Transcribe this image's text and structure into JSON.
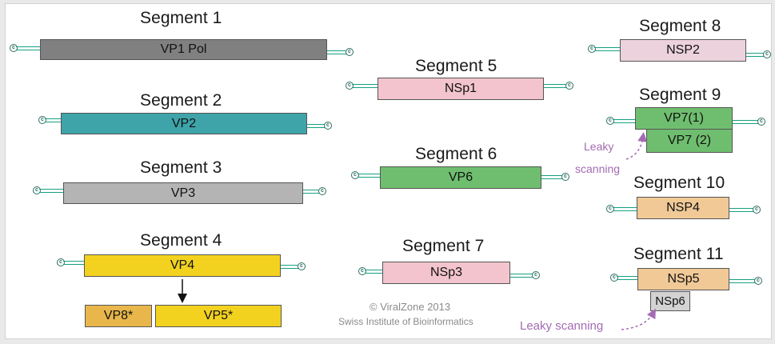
{
  "segments": [
    {
      "title": "Segment 1",
      "label": "VP1 Pol"
    },
    {
      "title": "Segment 2",
      "label": "VP2"
    },
    {
      "title": "Segment 3",
      "label": "VP3"
    },
    {
      "title": "Segment 4",
      "label": "VP4",
      "products": [
        "VP8*",
        "VP5*"
      ]
    },
    {
      "title": "Segment 5",
      "label": "NSp1"
    },
    {
      "title": "Segment 6",
      "label": "VP6"
    },
    {
      "title": "Segment 7",
      "label": "NSp3"
    },
    {
      "title": "Segment 8",
      "label": "NSP2"
    },
    {
      "title": "Segment 9",
      "label": "VP7(1)",
      "label2": "VP7 (2)"
    },
    {
      "title": "Segment 10",
      "label": "NSP4"
    },
    {
      "title": "Segment 11",
      "label": "NSp5",
      "label2": "NSp6"
    }
  ],
  "annotations": {
    "leaky_1": "Leaky",
    "leaky_2": "scanning",
    "leaky_scanning": "Leaky scanning"
  },
  "credit": {
    "line1": "© ViralZone 2013",
    "line2": "Swiss Institute of Bioinformatics"
  },
  "cap_glyph": "c",
  "colors": {
    "seg1": "#808080",
    "seg2": "#3fa3aa",
    "seg3": "#b4b4b4",
    "seg4": "#f3d21f",
    "vp8": "#e8b64a",
    "pink": "#f3c4cd",
    "nsp2": "#ecd2dc",
    "green": "#6fbe6f",
    "orange": "#f0c997",
    "nsp6": "#d3d3d3",
    "strand": "#c6f0e0",
    "leaky": "#a36bb3"
  }
}
